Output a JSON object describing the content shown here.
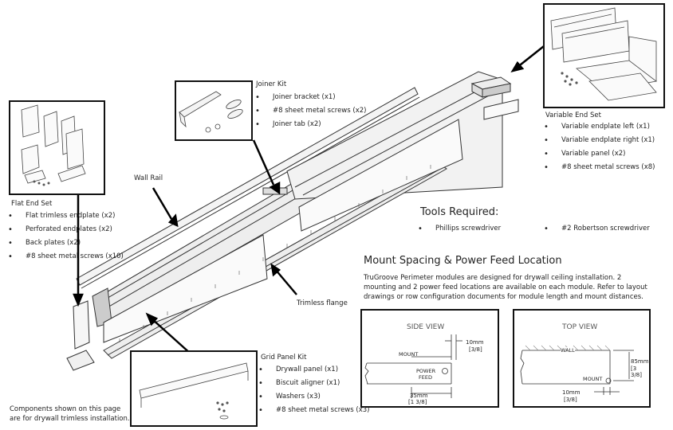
{
  "joiner_kit": {
    "title": "Joiner Kit",
    "items": [
      "Joiner bracket (x1)",
      "#8 sheet metal screws (x2)",
      "Joiner tab (x2)"
    ]
  },
  "variable_end_set": {
    "title": "Variable End Set",
    "items": [
      "Variable endplate left (x1)",
      "Variable endplate right (x1)",
      "Variable panel (x2)",
      "#8 sheet metal screws (x8)"
    ]
  },
  "flat_end_set": {
    "title": "Flat End Set",
    "items": [
      "Flat trimless endplate (x2)",
      "Perforated endplates (x2)",
      "Back plates (x2)",
      "#8 sheet metal screws (x10)"
    ]
  },
  "grid_panel_kit": {
    "title": "Grid Panel Kit",
    "items": [
      "Drywall panel (x1)",
      "Biscuit aligner (x1)",
      "Washers (x3)",
      "#8 sheet metal screws (x3)"
    ]
  },
  "callouts": {
    "wall_rail": "Wall Rail",
    "trimless_flange": "Trimless flange"
  },
  "tools": {
    "title": "Tools Required:",
    "items": [
      "Phillips screwdriver",
      "#2 Robertson screwdriver"
    ]
  },
  "mount": {
    "title": "Mount Spacing & Power Feed Location",
    "para": "TruGroove Perimeter modules are designed for drywall ceiling installation. 2 mounting and 2 power feed locations are available on each module. Refer to layout drawings or row configuration documents for module length and mount distances."
  },
  "side_view": {
    "title": "SIDE VIEW",
    "dim_top": "10mm",
    "dim_top_in": "[3/8]",
    "mount": "MOUNT",
    "power": "POWER",
    "feed": "FEED",
    "dim_bottom": "35mm",
    "dim_bottom_in": "[1 3/8]"
  },
  "top_view": {
    "title": "TOP VIEW",
    "wall": "WALL",
    "mount": "MOUNT",
    "dim_right": "85mm",
    "dim_right_in": "[3 3/8]",
    "dim_bottom": "10mm",
    "dim_bottom_in": "[3/8]"
  },
  "footnote": {
    "line1": "Components shown on this page",
    "line2": "are for drywall trimless installation."
  }
}
